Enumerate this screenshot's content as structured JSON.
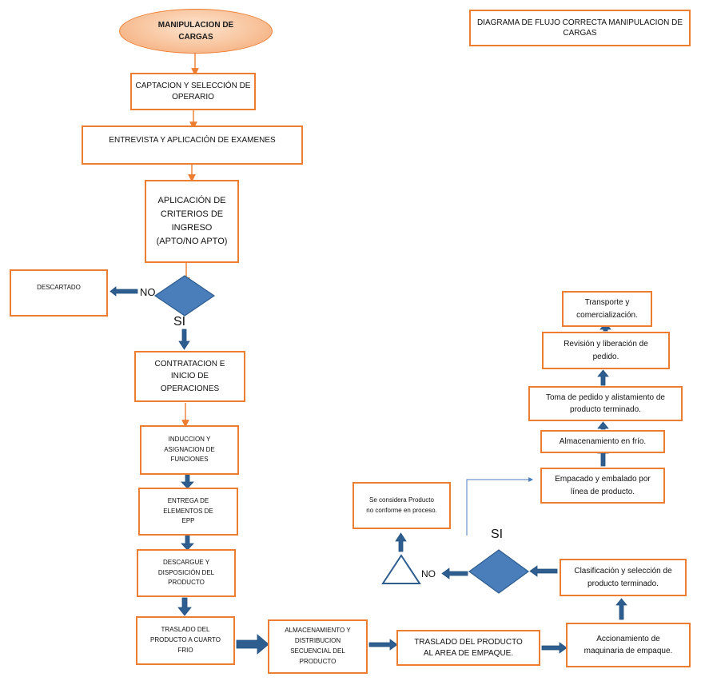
{
  "title": "DIAGRAMA DE FLUJO CORRECTA MANIPULACION DE CARGAS",
  "start": "MANIPULACION DE CARGAS",
  "steps": {
    "captacion": "CAPTACION Y SELECCIÓN DE OPERARIO",
    "entrevista": "ENTREVISTA Y APLICACIÓN DE EXAMENES",
    "criterios": "APLICACIÓN DE CRITERIOS DE INGRESO (APTO/NO APTO)",
    "descartado": "DESCARTADO",
    "contratacion": "CONTRATACION E INICIO DE OPERACIONES",
    "induccion": "INDUCCION Y ASIGNACION DE FUNCIONES",
    "entrega": "ENTREGA DE ELEMENTOS DE EPP",
    "descargue": "DESCARGUE Y DISPOSICIÓN DEL PRODUCTO",
    "traslado_frio": "TRASLADO DEL PRODUCTO A CUARTO FRIO",
    "almacenamiento": "ALMACENAMIENTO Y DISTRIBUCION SECUENCIAL DEL PRODUCTO",
    "traslado_empaque": "TRASLADO DEL PRODUCTO AL AREA DE EMPAQUE.",
    "accionamiento": "Accionamiento de maquinaria de empaque.",
    "clasificacion": "Clasificación y selección de producto terminado.",
    "no_conforme": "Se considera Producto no conforme en proceso.",
    "empacado": "Empacado y embalado por línea de producto.",
    "almacenamiento_frio": "Almacenamiento en frío.",
    "toma_pedido": "Toma de pedido y alistamiento de producto terminado.",
    "revision": "Revisión y liberación de pedido.",
    "transporte": "Transporte y comercialización."
  },
  "decision_labels": {
    "no_1": "NO",
    "si_1": "SI",
    "no_2": "NO",
    "si_2": "SI"
  },
  "colors": {
    "box_border": "#ed7d31",
    "thin_arrow": "#ed7d31",
    "block_arrow": "#2e5d8f",
    "decision_fill": "#4a7ebb",
    "decision_stroke": "#2e5d8f",
    "connector_line": "#4a7ebb"
  }
}
